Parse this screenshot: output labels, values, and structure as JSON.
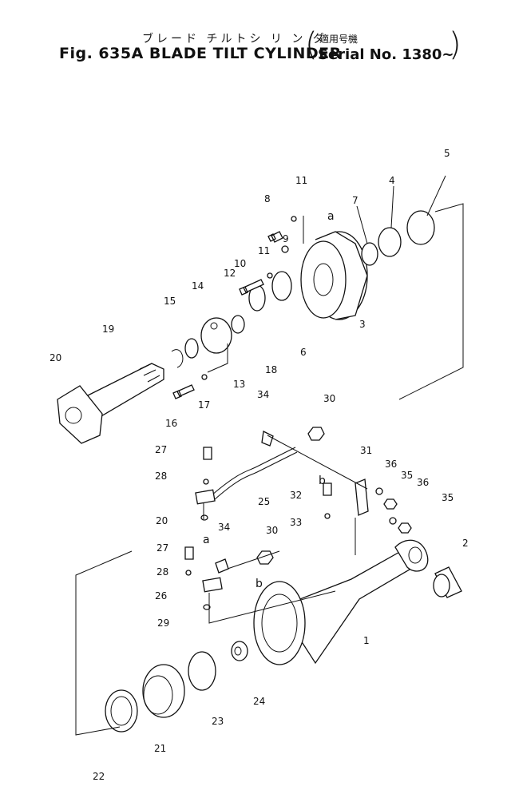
{
  "header": {
    "jp_title": "ブレード チルトシ リ ン ダ",
    "jp_serial": "適用号機",
    "fig_title": "Fig. 635A BLADE TILT CYLINDER",
    "serial": "Serial No. 1380∼",
    "paren_open": "(",
    "paren_close": ")"
  },
  "callouts": [
    "1",
    "2",
    "3",
    "4",
    "5",
    "6",
    "7",
    "8",
    "9",
    "10",
    "11",
    "11",
    "12",
    "13",
    "14",
    "15",
    "16",
    "17",
    "18",
    "19",
    "20",
    "20",
    "21",
    "22",
    "23",
    "24",
    "25",
    "26",
    "27",
    "27",
    "28",
    "28",
    "29",
    "30",
    "30",
    "31",
    "32",
    "33",
    "34",
    "34",
    "35",
    "35",
    "36",
    "36",
    "a",
    "a",
    "b",
    "b"
  ]
}
